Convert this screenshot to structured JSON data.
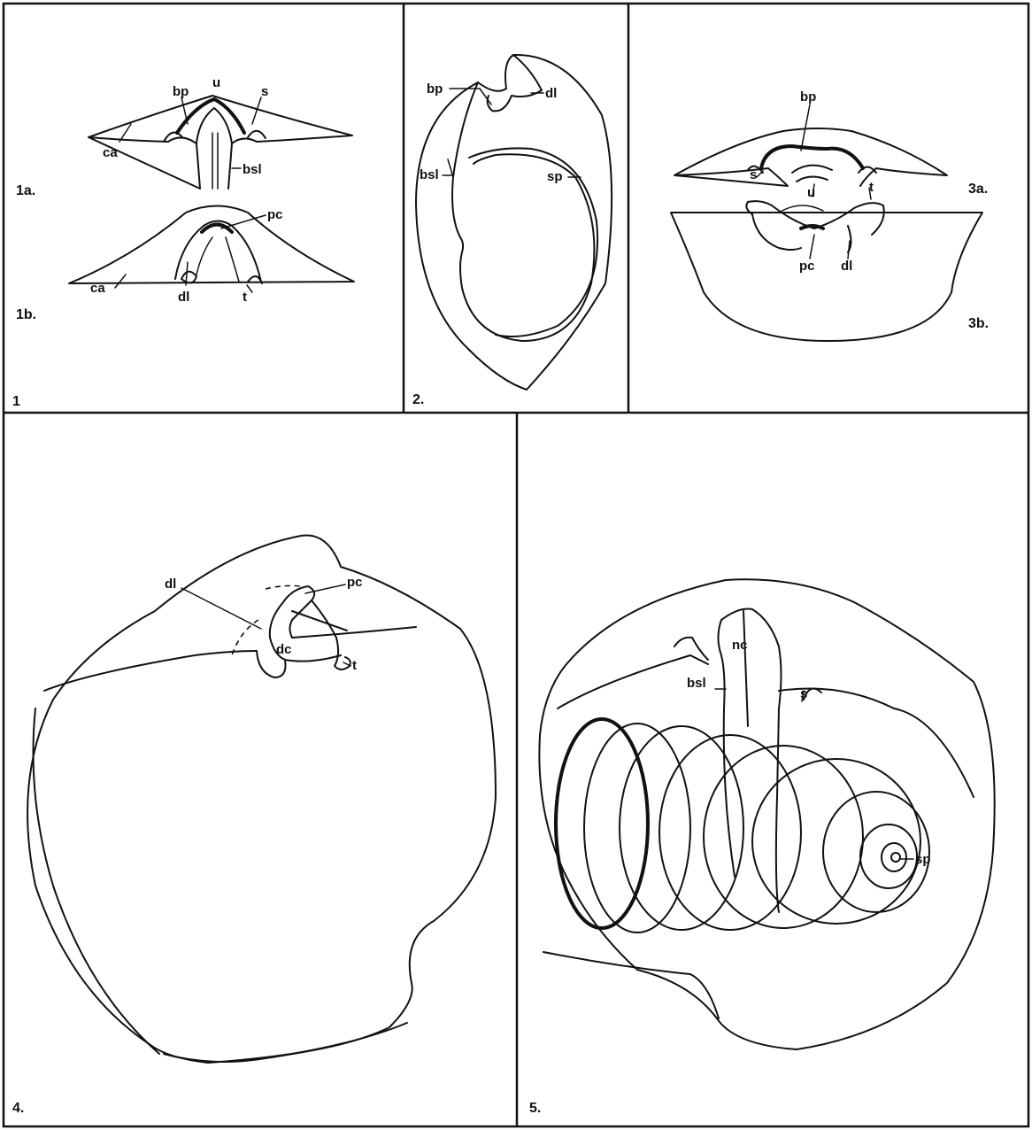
{
  "panels": {
    "p1": {
      "number": "1",
      "sub_a": "1a.",
      "sub_b": "1b.",
      "labels": {
        "bp": "bp",
        "u": "u",
        "s": "s",
        "ca_a": "ca",
        "bsl": "bsl",
        "pc": "pc",
        "ca_b": "ca",
        "dl": "dl",
        "t": "t"
      }
    },
    "p2": {
      "number": "2.",
      "labels": {
        "bp": "bp",
        "dl": "dl",
        "bsl": "bsl",
        "sp": "sp"
      }
    },
    "p3": {
      "sub_a": "3a.",
      "sub_b": "3b.",
      "labels": {
        "bp": "bp",
        "s": "s",
        "u": "u",
        "t": "t",
        "pc": "pc",
        "dl": "dl"
      }
    },
    "p4": {
      "number": "4.",
      "labels": {
        "dl": "dl",
        "pc": "pc",
        "dc": "dc",
        "t": "t"
      }
    },
    "p5": {
      "number": "5.",
      "labels": {
        "nc": "nc",
        "bsl": "bsl",
        "s": "s",
        "sp": "sp"
      }
    }
  }
}
